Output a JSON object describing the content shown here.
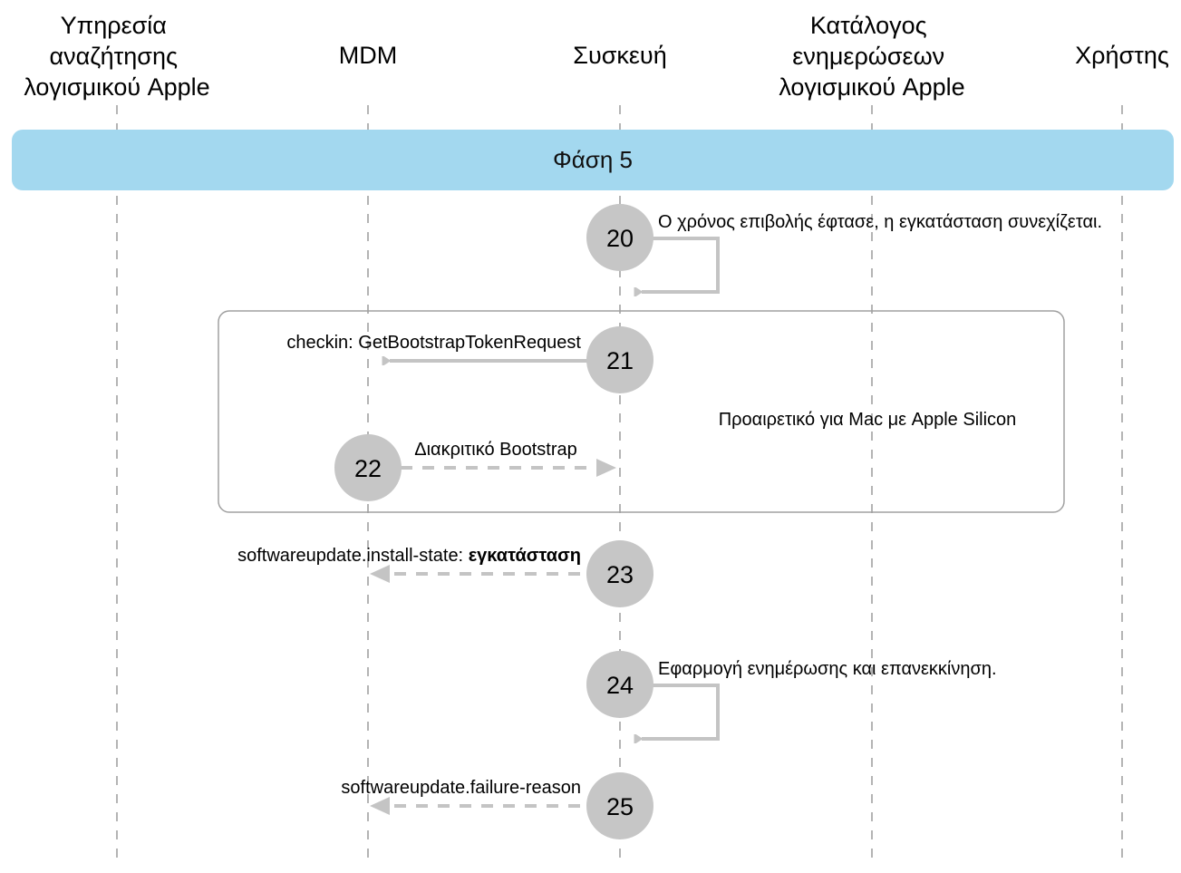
{
  "lanes": [
    {
      "id": "apple-swlookup",
      "lines": [
        "Υπηρεσία",
        "αναζήτησης",
        "λογισμικού Apple"
      ]
    },
    {
      "id": "mdm",
      "lines": [
        "MDM"
      ]
    },
    {
      "id": "device",
      "lines": [
        "Συσκευή"
      ]
    },
    {
      "id": "apple-catalog",
      "lines": [
        "Κατάλογος",
        "ενημερώσεων",
        "λογισμικού Apple"
      ]
    },
    {
      "id": "user",
      "lines": [
        "Χρήστης"
      ]
    }
  ],
  "phase": {
    "label": "Φάση 5"
  },
  "optional_group": {
    "label": "Προαιρετικό για Mac με Apple Silicon"
  },
  "steps": [
    {
      "num": "20",
      "text": "Ο χρόνος επιβολής έφτασε, η εγκατάσταση συνεχίζεται.",
      "kind": "self"
    },
    {
      "num": "21",
      "text": "checkin: GetBootstrapTokenRequest",
      "kind": "solid-left"
    },
    {
      "num": "22",
      "text": "Διακριτικό Bootstrap",
      "kind": "dashed-right"
    },
    {
      "num": "23",
      "text": "softwareupdate.install-state: ",
      "text_bold": "εγκατάσταση",
      "kind": "dashed-left"
    },
    {
      "num": "24",
      "text": "Εφαρμογή ενημέρωσης και επανεκκίνηση.",
      "kind": "self"
    },
    {
      "num": "25",
      "text": "softwareupdate.failure-reason",
      "kind": "dashed-left"
    }
  ],
  "colors": {
    "phase_bar": "#a3d8ef",
    "circle": "#c6c6c6",
    "arrow": "#c4c4c4",
    "lifeline": "#9c9c9c",
    "group_border": "#a0a0a0"
  }
}
